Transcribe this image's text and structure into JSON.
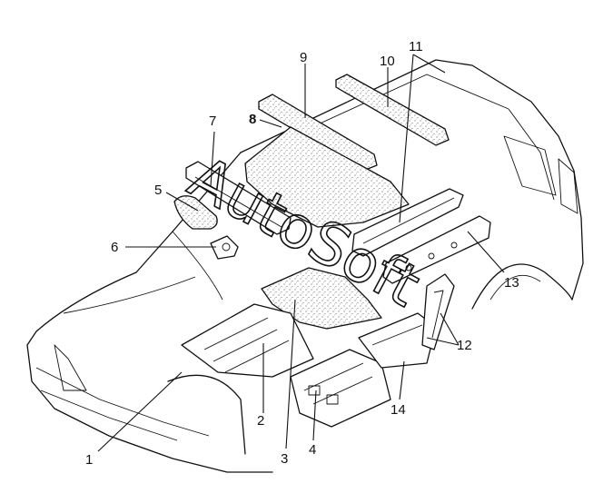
{
  "callouts": [
    {
      "id": "1",
      "label": "1"
    },
    {
      "id": "2",
      "label": "2"
    },
    {
      "id": "3",
      "label": "3"
    },
    {
      "id": "4",
      "label": "4"
    },
    {
      "id": "5",
      "label": "5"
    },
    {
      "id": "6",
      "label": "6"
    },
    {
      "id": "7",
      "label": "7"
    },
    {
      "id": "8",
      "label": "8"
    },
    {
      "id": "9",
      "label": "9"
    },
    {
      "id": "10",
      "label": "10"
    },
    {
      "id": "11",
      "label": "11"
    },
    {
      "id": "12",
      "label": "12"
    },
    {
      "id": "13",
      "label": "13"
    },
    {
      "id": "14",
      "label": "14"
    }
  ],
  "watermark": "AutoSoft"
}
